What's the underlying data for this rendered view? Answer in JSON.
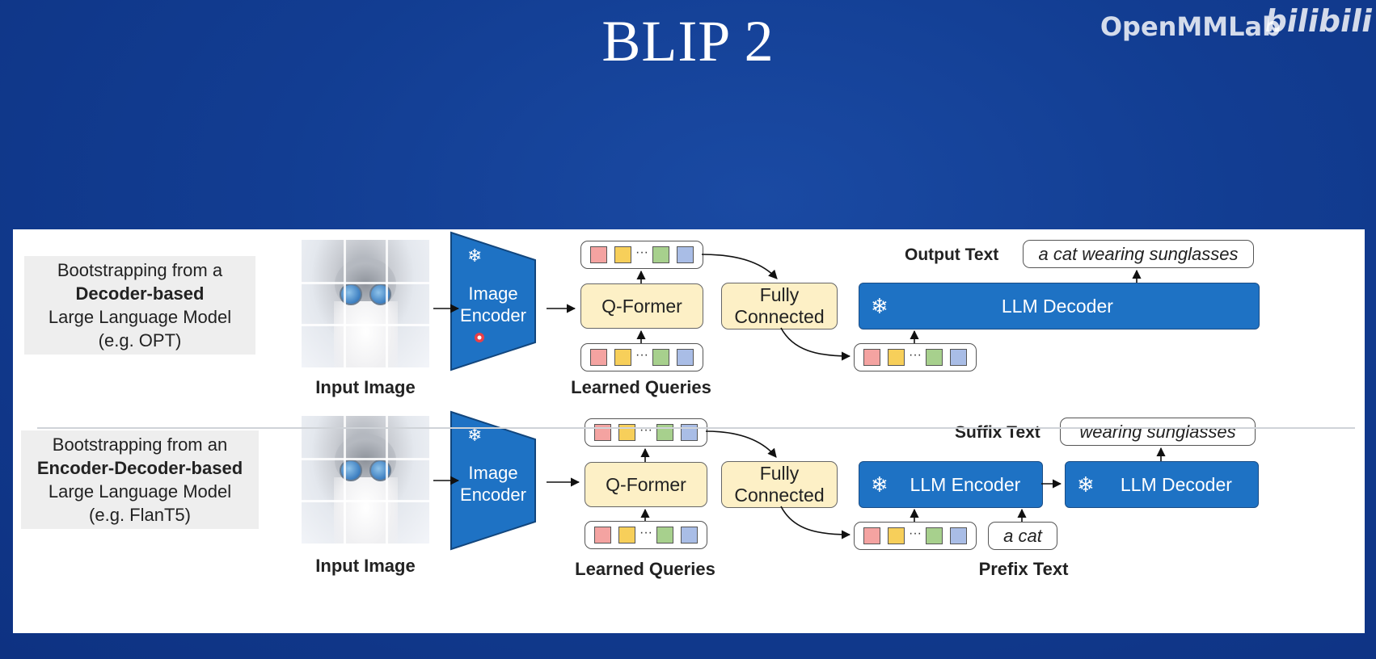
{
  "title": "BLIP 2",
  "watermark": {
    "brand": "OpenMMLab",
    "logo": "bilibili"
  },
  "icons": {
    "frozen": "snowflake-icon"
  },
  "colors": {
    "llm": "#1e72c4",
    "qformer": "#fdf0c6",
    "background": "#123d92"
  },
  "rows": [
    {
      "desc_line1": "Bootstrapping from a",
      "desc_bold": "Decoder-based",
      "desc_line3": "Large Language Model",
      "desc_line4": "(e.g. OPT)",
      "input_caption": "Input Image",
      "encoder_label_1": "Image",
      "encoder_label_2": "Encoder",
      "qformer": "Q-Former",
      "queries_caption": "Learned Queries",
      "fc_1": "Fully",
      "fc_2": "Connected",
      "llm_decoder": "LLM Decoder",
      "output_label": "Output Text",
      "output_text": "a cat wearing sunglasses"
    },
    {
      "desc_line1": "Bootstrapping from an",
      "desc_bold": "Encoder-Decoder-based",
      "desc_line3": "Large Language Model",
      "desc_line4": "(e.g. FlanT5)",
      "input_caption": "Input Image",
      "encoder_label_1": "Image",
      "encoder_label_2": "Encoder",
      "qformer": "Q-Former",
      "queries_caption": "Learned Queries",
      "fc_1": "Fully",
      "fc_2": "Connected",
      "llm_encoder": "LLM Encoder",
      "llm_decoder": "LLM Decoder",
      "suffix_label": "Suffix Text",
      "suffix_text": "wearing sunglasses",
      "prefix_text": "a cat",
      "prefix_label": "Prefix Text"
    }
  ]
}
